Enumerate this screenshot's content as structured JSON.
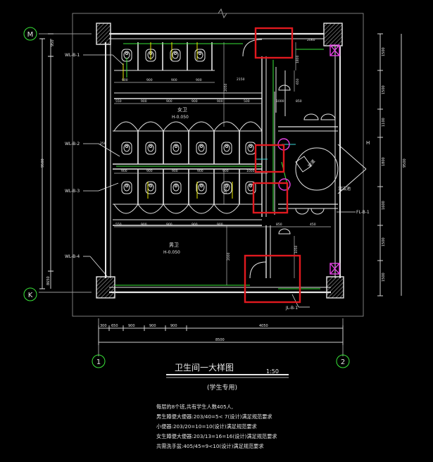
{
  "title": "卫生间一大样图",
  "scale": "1:50",
  "subtitle": "(学生专用)",
  "notes": [
    "每层的8个班,共有学生人数405人,",
    "男生蹲便大便器:203/40=5< 7(设计)满足规范要求",
    "小便器:203/20=10=10(设计)满足规范要求",
    "女生蹲便大便器:203/13=16=16(设计)满足规范要求",
    "共需洗手盆:405/45=9<10(设计)满足规范要求"
  ],
  "axes": {
    "m": "M",
    "k": "K",
    "one": "1",
    "two": "2"
  },
  "pipes": [
    "WL-B-1",
    "WL-B-2",
    "WL-B-3",
    "WL-B-4",
    "FL-B-1",
    "JL-B-1"
  ],
  "rooms": {
    "upper_label": "女卫",
    "upper_elev": "H-0.050",
    "lower_label": "男卫",
    "lower_elev": "H-0.050",
    "ramp": "坡道",
    "h_mark": "H",
    "cleanup": "清洁池"
  },
  "dims": {
    "bottom_overall": "8500",
    "bottom_segments": [
      "300",
      "650",
      "900",
      "900",
      "900",
      "4050"
    ],
    "left_segments": [
      "950",
      "8650"
    ],
    "left_overall": "9500",
    "right_segments": [
      "1500",
      "1500",
      "1100",
      "1800",
      "1600",
      "1500",
      "1500"
    ],
    "right_overall": "9500",
    "row1": [
      "900",
      "900",
      "900",
      "900"
    ],
    "row2": [
      "550",
      "900",
      "900",
      "900",
      "900",
      "500"
    ],
    "row3": [
      "900",
      "900",
      "900",
      "900",
      "900",
      "1000"
    ],
    "row4": [
      "550",
      "900",
      "900",
      "900",
      "900",
      "850",
      "450"
    ],
    "v1": "2050",
    "v2": "2150",
    "v3": "2000",
    "v4": "650",
    "v5": "1800",
    "v6": "1400",
    "v7": "1050",
    "v8": "1000",
    "h1": "250",
    "h2": "850",
    "h3": "2060"
  },
  "colors": {
    "wall": "#e6e6e6",
    "fixture": "#e6e6e6",
    "pipe_green": "#39e639",
    "pipe_yellow": "#e8e800",
    "cyan": "#3ad6d6",
    "magenta": "#e040e0",
    "highlight": "#e0191f"
  }
}
